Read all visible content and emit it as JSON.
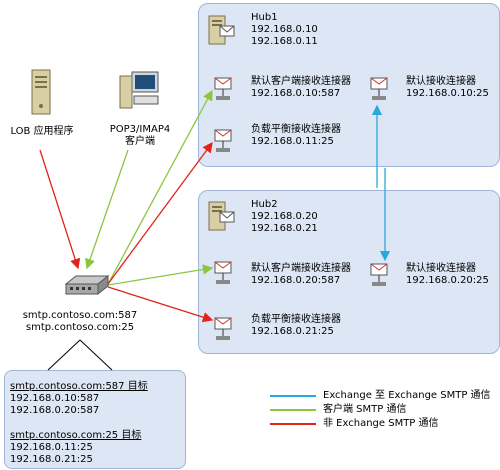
{
  "colors": {
    "exchange_to_exchange": "#29a8e0",
    "client": "#8cc63f",
    "non_exchange": "#e2231a",
    "hub_fill": "#dce6f4",
    "hub_border": "#9fb6d6"
  },
  "icons": {
    "server": "server-icon",
    "workstation": "workstation-icon",
    "switch": "network-switch-icon",
    "connector": "receive-connector-icon"
  },
  "hub1": {
    "name": "Hub1",
    "ip1": "192.168.0.10",
    "ip2": "192.168.0.11",
    "client_connector": {
      "name": "默认客户端接收连接器",
      "addr": "192.168.0.10:587"
    },
    "default_connector": {
      "name": "默认接收连接器",
      "addr": "192.168.0.10:25"
    },
    "lb_connector": {
      "name": "负载平衡接收连接器",
      "addr": "192.168.0.11:25"
    }
  },
  "hub2": {
    "name": "Hub2",
    "ip1": "192.168.0.20",
    "ip2": "192.168.0.21",
    "client_connector": {
      "name": "默认客户端接收连接器",
      "addr": "192.168.0.20:587"
    },
    "default_connector": {
      "name": "默认接收连接器",
      "addr": "192.168.0.20:25"
    },
    "lb_connector": {
      "name": "负载平衡接收连接器",
      "addr": "192.168.0.21:25"
    }
  },
  "lob": {
    "label": "LOB 应用程序"
  },
  "pop": {
    "label1": "POP3/IMAP4",
    "label2": "客户端"
  },
  "smtp": {
    "line1": "smtp.contoso.com:587",
    "line2": "smtp.contoso.com:25"
  },
  "targets": {
    "t587": {
      "title": "smtp.contoso.com:587 目标",
      "a": "192.168.0.10:587",
      "b": "192.168.0.20:587"
    },
    "t25": {
      "title": "smtp.contoso.com:25 目标",
      "a": "192.168.0.11:25",
      "b": "192.168.0.21:25"
    }
  },
  "legend": {
    "blue": "Exchange 至 Exchange SMTP 通信",
    "green": "客户端 SMTP 通信",
    "red": "非 Exchange SMTP 通信"
  }
}
